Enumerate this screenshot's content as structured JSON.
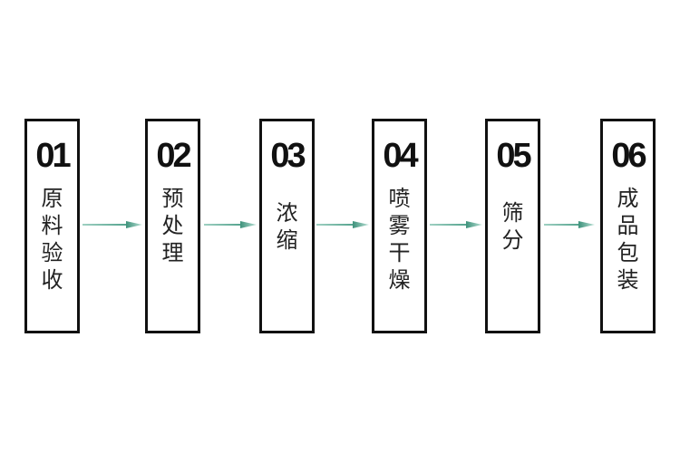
{
  "diagram": {
    "type": "process-flow",
    "accent_color": "#4fa08a",
    "border_color": "#111111",
    "steps": [
      {
        "number": "01",
        "label": "原料验收"
      },
      {
        "number": "02",
        "label": "预处理"
      },
      {
        "number": "03",
        "label": "浓缩"
      },
      {
        "number": "04",
        "label": "喷雾干燥"
      },
      {
        "number": "05",
        "label": "筛分"
      },
      {
        "number": "06",
        "label": "成品包装"
      }
    ],
    "arrows": [
      {
        "from": "01",
        "to": "02"
      },
      {
        "from": "02",
        "to": "03"
      },
      {
        "from": "03",
        "to": "04"
      },
      {
        "from": "04",
        "to": "05"
      },
      {
        "from": "05",
        "to": "06"
      }
    ]
  }
}
